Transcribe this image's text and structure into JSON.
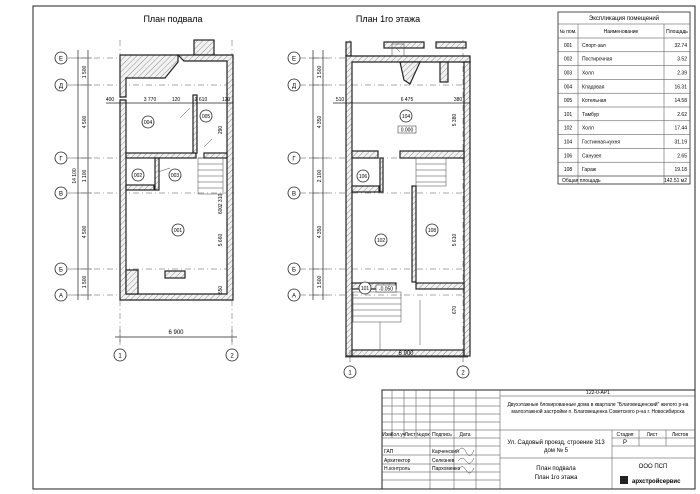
{
  "plans": {
    "basement_title": "План подвала",
    "first_floor_title": "План 1го этажа"
  },
  "axes": {
    "letters": [
      "Е",
      "Д",
      "Г",
      "В",
      "Б",
      "А"
    ],
    "numbers": [
      "1",
      "2"
    ]
  },
  "basement": {
    "dims_top": [
      "400",
      "3 770",
      "120",
      "2 610",
      "120"
    ],
    "dims_left": [
      "1 500",
      "4 500",
      "14 100",
      "1 100",
      "4 500",
      "1 500"
    ],
    "rooms": [
      "004",
      "005",
      "002",
      "003",
      "001"
    ],
    "dim_right": [
      "290",
      "5 660",
      "2 310",
      "600",
      "550"
    ],
    "overall": "6 900"
  },
  "first_floor": {
    "dims_top": [
      "510",
      "6 475",
      "380"
    ],
    "dims_left": [
      "1 500",
      "4 350",
      "2 100",
      "4 350",
      "1 500"
    ],
    "rooms": [
      "104",
      "106",
      "102",
      "108",
      "101"
    ],
    "levels": [
      "0.000",
      "-0.050"
    ],
    "dim_right": [
      "5 380",
      "5 610",
      "670"
    ],
    "overall": "6 900"
  },
  "explication": {
    "title": "Экспликация помещений",
    "headers": [
      "№ пом.",
      "Наименование",
      "Площадь"
    ],
    "rows": [
      [
        "001",
        "Спорт-зал",
        "32.74"
      ],
      [
        "002",
        "Постирочная",
        "3.52"
      ],
      [
        "003",
        "Холл",
        "2.39"
      ],
      [
        "004",
        "Кладовая",
        "16.31"
      ],
      [
        "005",
        "Котельная",
        "14.58"
      ],
      [
        "101",
        "Тамбур",
        "2.62"
      ],
      [
        "102",
        "Холл",
        "17.44"
      ],
      [
        "104",
        "Гостинная-кухня",
        "31.19"
      ],
      [
        "106",
        "Санузел",
        "2.65"
      ],
      [
        "108",
        "Гараж",
        "19.18"
      ]
    ],
    "total_label": "Общая площадь",
    "total_value": "142.51 м2"
  },
  "stamp": {
    "code": "122-0-АР1",
    "project_lines": [
      "Двухэтажные блокированные дома в квартале \"Благовещенский\" жилого р-на",
      "малоэтажной застройки п. Благовещенка Советского р-на г. Новосибирска"
    ],
    "address_line1": "Ул. Садовый проезд, строение 313",
    "address_line2": "дом № 5",
    "col_headers": [
      "Изм",
      "Кол.уч",
      "Лист",
      "№док",
      "Подпись",
      "Дата"
    ],
    "stage_headers": [
      "Стадия",
      "Лист",
      "Листов"
    ],
    "stage_value": "Р",
    "people": [
      {
        "role": "ГАП",
        "name": "Карченский"
      },
      {
        "role": "Архитектор",
        "name": "Селезнев"
      },
      {
        "role": "Н.контроль",
        "name": "Пархоменко"
      }
    ],
    "sheet_title_line1": "План подвала",
    "sheet_title_line2": "План 1го этажа",
    "company": "ООО ПСП",
    "brand": "архстройсервис"
  }
}
